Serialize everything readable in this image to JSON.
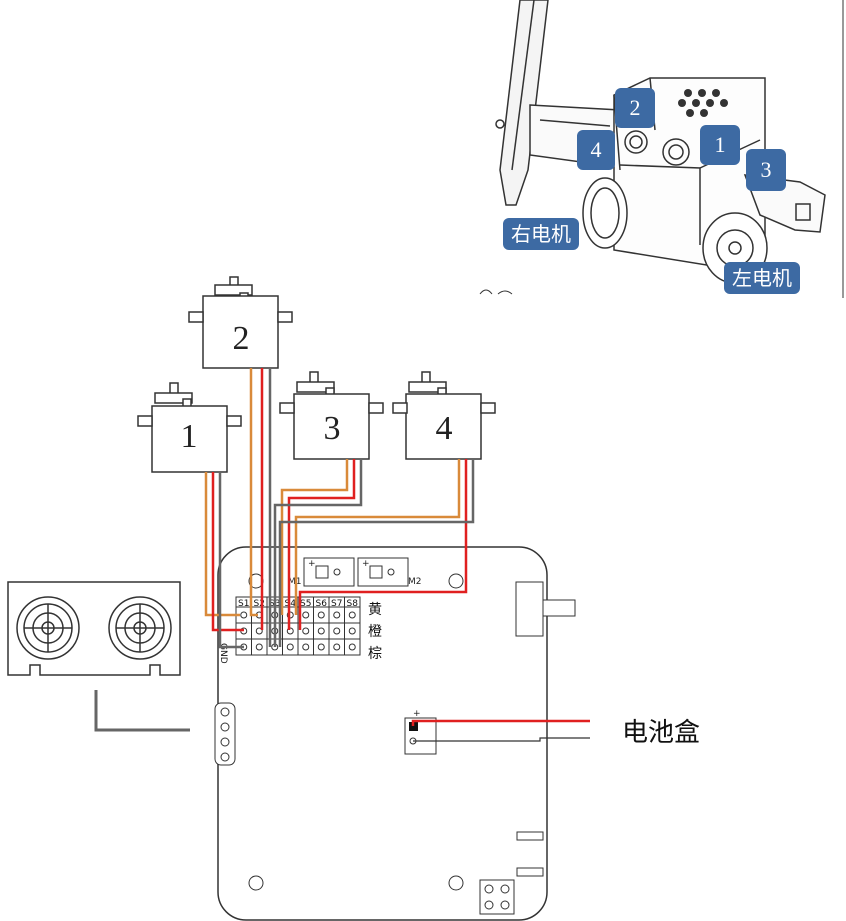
{
  "robot": {
    "callouts": [
      "1",
      "2",
      "3",
      "4"
    ],
    "right_motor_label": "右电机",
    "left_motor_label": "左电机"
  },
  "servos": [
    {
      "label": "1"
    },
    {
      "label": "2"
    },
    {
      "label": "3"
    },
    {
      "label": "4"
    }
  ],
  "board": {
    "motor_ports": [
      "M1",
      "M2"
    ],
    "servo_ports": [
      "S1",
      "S2",
      "S3",
      "S4",
      "S5",
      "S6",
      "S7",
      "S8"
    ],
    "gnd_label": "GND",
    "wire_color_labels": [
      "黄",
      "橙",
      "棕"
    ]
  },
  "battery": {
    "label": "电池盒"
  },
  "colors": {
    "signal_wire": "#d98a3a",
    "power_wire": "#e02020",
    "ground_wire": "#666666",
    "callout_bg": "#3d6aa3",
    "outline": "#333333"
  }
}
